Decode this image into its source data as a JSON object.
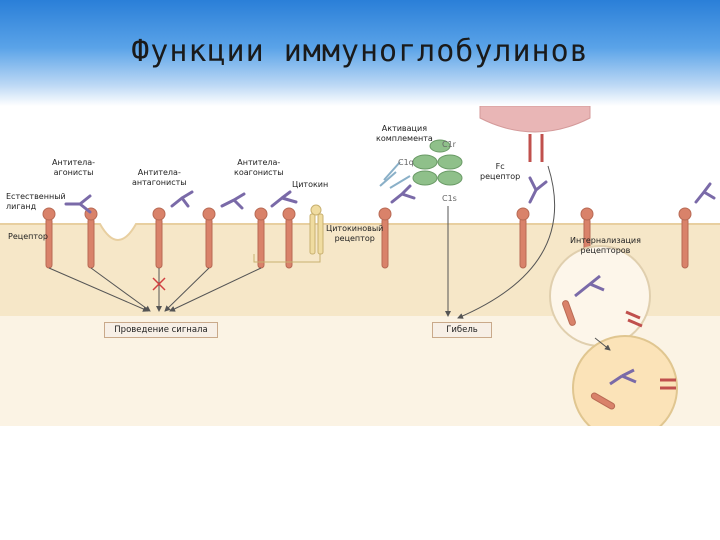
{
  "slide": {
    "title": "Функции иммуноглобулинов"
  },
  "labels": {
    "agonists": "Антитела-\nагонисты",
    "antagonists": "Антитела-\nантагонисты",
    "coagonists": "Антитела-\nкоагонисты",
    "natural_ligand": "Естественный\nлиганд",
    "receptor": "Рецептор",
    "cytokine": "Цитокин",
    "cytokine_receptor": "Цитокиновый\nрецептор",
    "complement_activation": "Активация\nкомплемента",
    "fc_receptor": "Fc\nрецептор",
    "internalization": "Интернализация\nрецепторов",
    "c1r": "C1r",
    "c1q": "C1q",
    "c1s": "C1s"
  },
  "boxes": {
    "signal": "Проведение сигнала",
    "death": "Гибель"
  },
  "colors": {
    "header_top": "#2a7fd8",
    "receptor": "#d9826a",
    "cell_membrane": "#f6e7c8",
    "antibody": "#7a6aa8",
    "complement": "#8fc08a"
  }
}
